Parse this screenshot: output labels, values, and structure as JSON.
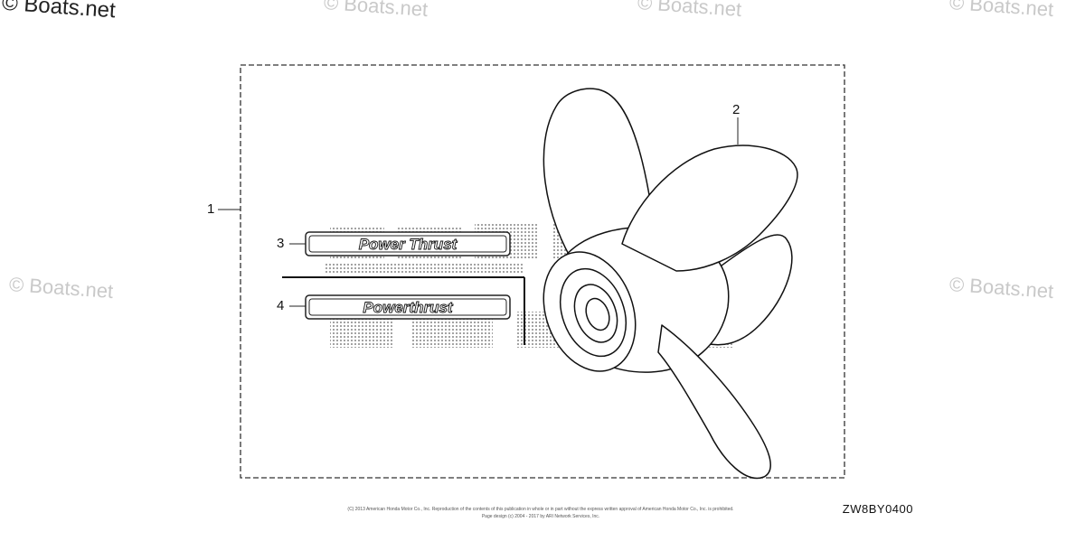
{
  "watermarks": {
    "top_left": "© Boats.net",
    "text": "© Boats.net"
  },
  "callouts": {
    "c1": "1",
    "c2": "2",
    "c3": "3",
    "c4": "4"
  },
  "decals": {
    "decal_3": "Power Thrust",
    "decal_4": "Powerthrust"
  },
  "footer": {
    "line1": "(C) 2013 American Honda Motor Co., Inc. Reproduction of the contents of this publication in whole or in part without the express written approval of American Honda Motor Co., Inc. is prohibited.",
    "line2": "Page design (c) 2004 - 2017 by ARI Network Services, Inc."
  },
  "diagram_code": "ZW8BY0400"
}
